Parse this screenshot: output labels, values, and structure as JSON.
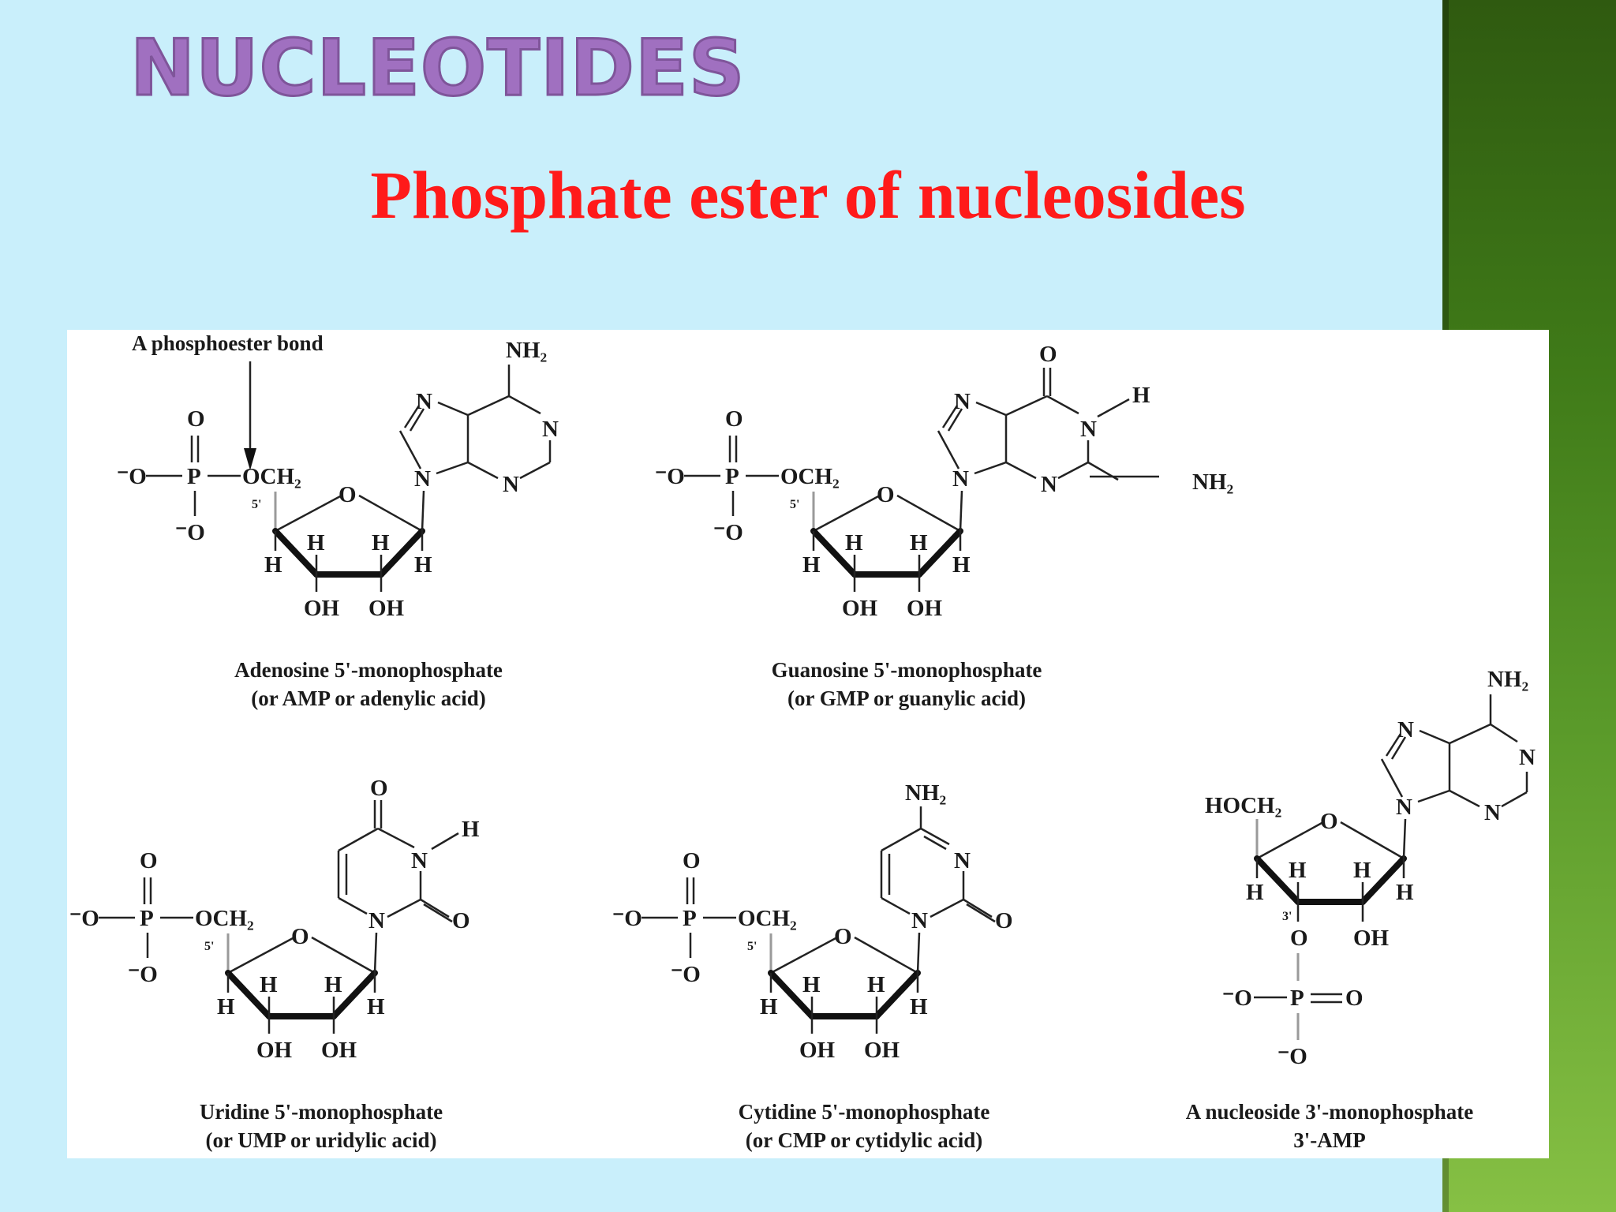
{
  "slide": {
    "title": "NUCLEOTIDES",
    "subtitle": "Phosphate ester of nucleosides"
  },
  "annotation": {
    "label": "A phosphoester bond"
  },
  "molecules": {
    "amp": {
      "caption_line1": "Adenosine 5'-monophosphate",
      "caption_line2": "(or AMP or adenylic acid)"
    },
    "gmp": {
      "caption_line1": "Guanosine 5'-monophosphate",
      "caption_line2": "(or GMP or guanylic acid)"
    },
    "ump": {
      "caption_line1": "Uridine 5'-monophosphate",
      "caption_line2": "(or UMP or uridylic acid)"
    },
    "cmp": {
      "caption_line1": "Cytidine 5'-monophosphate",
      "caption_line2": "(or CMP or cytidylic acid)"
    },
    "amp3": {
      "caption_line1": "A nucleoside 3'-monophosphate",
      "caption_line2": "3'-AMP"
    }
  },
  "atoms": {
    "O": "O",
    "P": "P",
    "N": "N",
    "H": "H",
    "OH": "OH",
    "OCH2": "OCH₂",
    "HOCH2": "HOCH₂",
    "NH2": "NH₂",
    "O_minus": "⁻O",
    "five_prime": "5'",
    "three_prime": "3'"
  },
  "colors": {
    "background": "#c9effb",
    "title": "#a070c0",
    "subtitle": "#ff1a1a",
    "panel": "#ffffff",
    "accent_bar": "#4a8a1f"
  }
}
